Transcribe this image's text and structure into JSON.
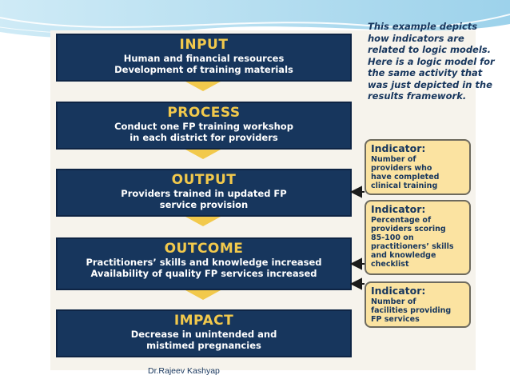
{
  "note": {
    "lines": [
      "This example depicts",
      "how indicators are",
      "related to logic models.",
      "Here is a logic model for",
      "the same activity that",
      "was just depicted in the",
      "results framework."
    ]
  },
  "stages": [
    {
      "title": "INPUT",
      "lines": [
        "Human and financial resources",
        "Development of training materials"
      ]
    },
    {
      "title": "PROCESS",
      "lines": [
        "Conduct one FP training workshop",
        "in each district for providers"
      ]
    },
    {
      "title": "OUTPUT",
      "lines": [
        "Providers trained in updated FP",
        "service provision"
      ]
    },
    {
      "title": "OUTCOME",
      "lines": [
        "Practitioners’ skills and knowledge increased",
        "Availability of quality FP services increased"
      ]
    },
    {
      "title": "IMPACT",
      "lines": [
        "Decrease in unintended and",
        "mistimed pregnancies"
      ]
    }
  ],
  "indicators": [
    {
      "label": "Indicator:",
      "lines": [
        "Number of",
        "providers who",
        "have completed",
        "clinical training"
      ]
    },
    {
      "label": "Indicator:",
      "lines": [
        "Percentage of",
        "providers scoring",
        "85-100 on",
        "practitioners’ skills",
        "and knowledge",
        "checklist"
      ]
    },
    {
      "label": "Indicator:",
      "lines": [
        "Number of",
        "facilities providing",
        "FP services"
      ]
    }
  ],
  "footer": "Dr.Rajeev Kashyap",
  "colors": {
    "stage_fill": "#17365d",
    "stage_title": "#f2c94c",
    "indicator_fill": "#fbe3a1",
    "banner": "#9fd3ec"
  }
}
